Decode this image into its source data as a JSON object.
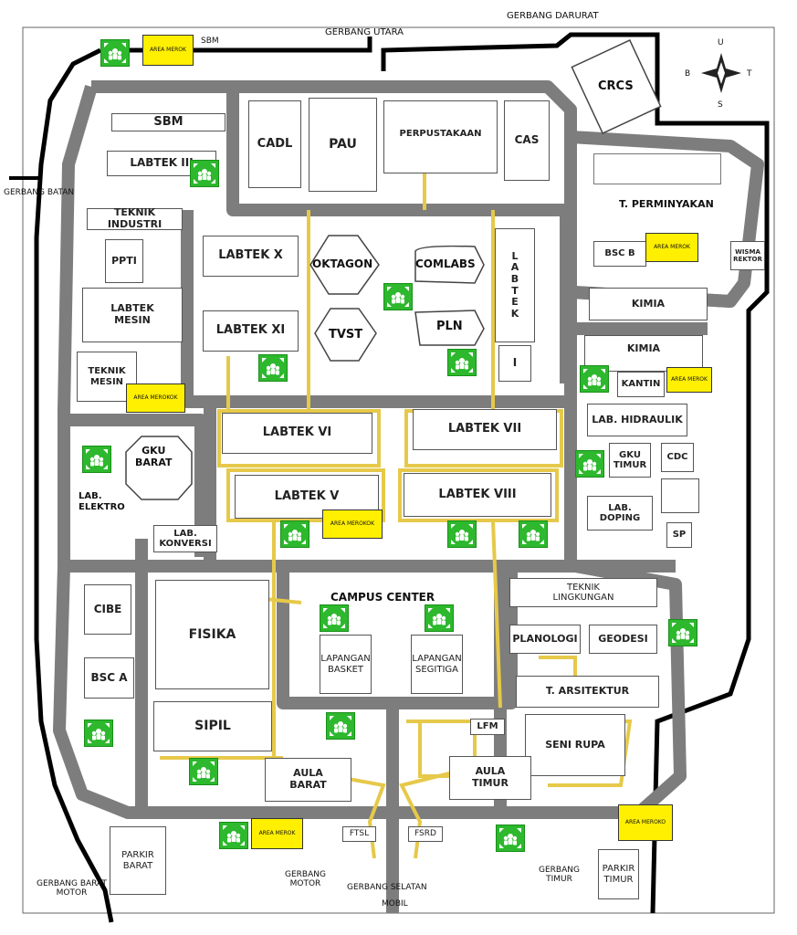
{
  "map": {
    "colors": {
      "road": "#7d7d7d",
      "path": "#e6c94a",
      "fence": "#000000",
      "assembly": "#2db82d",
      "smoking": "#ffef00"
    },
    "gates": {
      "darurat": "GERBANG DARURAT",
      "utara": "GERBANG UTARA",
      "batan": "GERBANG BATAN",
      "barat_motor": "GERBANG BARAT\nMOTOR",
      "motor": "GERBANG\nMOTOR",
      "selatan_mobil": "GERBANG SELATAN",
      "mobil": "MOBIL",
      "timur": "GERBANG\nTIMUR"
    },
    "compass": {
      "north": "U",
      "south": "S",
      "east": "T",
      "west": "B"
    },
    "buildings": {
      "crcs": "CRCS",
      "sbm_top": "SBM",
      "sbm": "SBM",
      "cadl": "CADL",
      "pau": "PAU",
      "perpustakaan": "PERPUSTAKAAN",
      "cas": "CAS",
      "labtek3": "LABTEK III",
      "teknik_industri": "TEKNIK INDUSTRI",
      "ppti": "PPTI",
      "labtek_mesin": "LABTEK\nMESIN",
      "teknik_mesin": "TEKNIK\nMESIN",
      "labtek10": "LABTEK X",
      "oktagon": "OKTAGON",
      "comlabs": "COMLABS",
      "labtek11": "LABTEK XI",
      "tvst": "TVST",
      "pln": "PLN",
      "labtek_i": "L\nA\nB\nT\nE\nK",
      "labtek_i_num": "I",
      "perminyakan": "T. PERMINYAKAN",
      "bsc_b": "BSC B",
      "wisma_rektor": "WISMA\nREKTOR",
      "kimia1": "KIMIA",
      "kimia2": "KIMIA",
      "kantin": "KANTIN",
      "hidraulik": "LAB. HIDRAULIK",
      "gku_timur": "GKU\nTIMUR",
      "cdc": "CDC",
      "lab_doping": "LAB.\nDOPING",
      "sp": "SP",
      "labtek6": "LABTEK VI",
      "labtek7": "LABTEK VII",
      "labtek5": "LABTEK V",
      "labtek8": "LABTEK VIII",
      "gku_barat": "GKU\nBARAT",
      "lab_elektro": "LAB.\nELEKTRO",
      "lab_konversi": "LAB.\nKONVERSI",
      "cibe": "CIBE",
      "bsc_a": "BSC A",
      "fisika": "FISIKA",
      "sipil": "SIPIL",
      "campus_center": "CAMPUS CENTER",
      "lap_basket": "LAPANGAN\nBASKET",
      "lap_segitiga": "LAPANGAN\nSEGITIGA",
      "teknik_lingkungan": "TEKNIK\nLINGKUNGAN",
      "planologi": "PLANOLOGI",
      "geodesi": "GEODESI",
      "t_arsitektur": "T. ARSITEKTUR",
      "lfm": "LFM",
      "seni_rupa": "SENI RUPA",
      "aula_barat": "AULA\nBARAT",
      "aula_timur": "AULA\nTIMUR",
      "ftsl": "FTSL",
      "fsrd": "FSRD",
      "parkir_barat": "PARKIR\nBARAT",
      "parkir_timur": "PARKIR\nTIMUR"
    },
    "smoking_areas": {
      "z1": "AREA\nMEROK",
      "z2": "AREA\nMEROK",
      "z3": "AREA\nMEROK",
      "z4": "AREA\nMEROKOK",
      "z5": "AREA\nMEROKOK",
      "z6": "AREA\nMEROK",
      "z7": "AREA\nMEROKO"
    }
  }
}
